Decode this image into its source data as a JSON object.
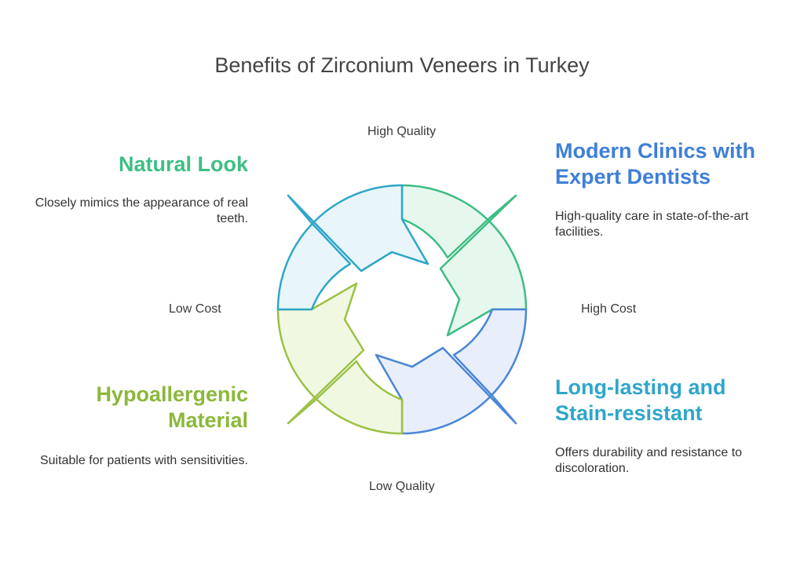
{
  "title": "Benefits of Zirconium Veneers in Turkey",
  "axes": {
    "top": "High Quality",
    "bottom": "Low Quality",
    "left": "Low Cost",
    "right": "High Cost"
  },
  "quadrants": {
    "top_left": {
      "title": "Natural Look",
      "description": "Closely mimics the appearance of real teeth.",
      "color": "#3fbe84",
      "stroke": "#2fa6c9",
      "fill": "#e8f6fb"
    },
    "top_right": {
      "title": "Modern Clinics with Expert Dentists",
      "description": "High-quality care in state-of-the-art facilities.",
      "color": "#3f7fd6",
      "stroke": "#3dbd82",
      "fill": "#e6f7ee"
    },
    "bottom_right": {
      "title": "Long-lasting and Stain-resistant",
      "description": "Offers durability and resistance to discoloration.",
      "color": "#2fa6c9",
      "stroke": "#4a86d6",
      "fill": "#e8effb"
    },
    "bottom_left": {
      "title": "Hypoallergenic Material",
      "description": "Suitable for patients with sensitivities.",
      "color": "#8bb83a",
      "stroke": "#9ac244",
      "fill": "#f1f8e2"
    }
  }
}
